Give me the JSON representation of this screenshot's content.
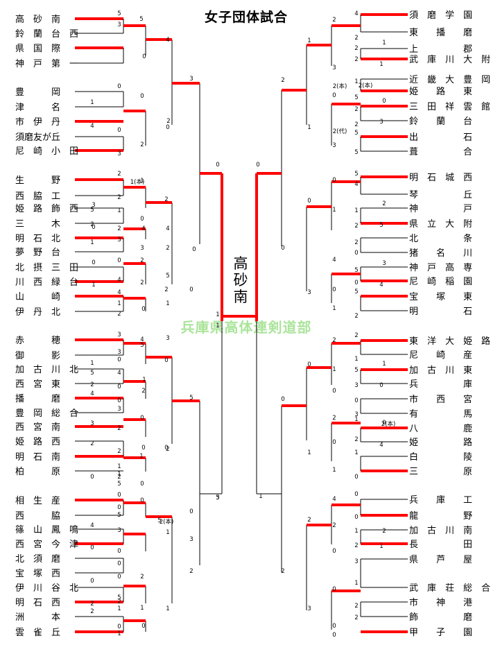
{
  "title": "女子団体試合",
  "winner": "高砂南",
  "watermark": "兵庫県高体連剣道部",
  "colors": {
    "win": "#ff0000",
    "line": "#000000"
  },
  "left_teams": [
    "高　砂　南",
    "鈴　蘭　台　西",
    "県　国　際",
    "神　戸　第　一",
    "豊　　　岡",
    "津　　　名",
    "市　伊　丹",
    "須磨友が丘",
    "尼　崎　小　田",
    "生　　　野",
    "西　脇　工",
    "姫　路　飾　西",
    "三　　　木",
    "明　石　北",
    "夢　野　台",
    "北　摂　三　田",
    "川　西　緑　台",
    "山　　　崎",
    "伊　丹　北",
    "赤　　　穂",
    "御　　　影",
    "加　古　川　北",
    "西　宮　東",
    "播　　　磨",
    "豊　岡　総　合",
    "西　宮　南",
    "姫　路　西",
    "明　石　南",
    "柏　　　原",
    "相　生　産",
    "西　　　脇",
    "篠　山　鳳　鳴",
    "西　宮　今　津",
    "北　須　磨",
    "宝　塚　西",
    "伊　川　谷　北",
    "明　石　西",
    "洲　　　本",
    "雲　雀　丘"
  ],
  "right_teams": [
    "須　磨　学　園",
    "東　　播　　磨",
    "上　　　　　郡",
    "武　庫　川　大　附",
    "近　畿　大　豊　岡",
    "姫　　路　　東",
    "三　田　祥　雲　館",
    "鈴　　蘭　　台",
    "出　　　　　石",
    "葺　　　　　合",
    "明　石　城　西",
    "琴　　　　　丘",
    "神　　　　　戸",
    "県　立　大　附",
    "北　　　　　条",
    "猪　　名　　川",
    "神　戸　高　専",
    "尼　崎　稲　園",
    "宝　　塚　　東",
    "明　　　　　石",
    "東　洋　大　姫　路",
    "尼　　崎　　産",
    "加　古　川　東",
    "兵　　　　　庫",
    "市　　西　　宮",
    "有　　　　　馬",
    "八　　　　　鹿",
    "姫　　　　　路",
    "白　　　　　陵",
    "三　　　　　原",
    "兵　　庫　　工",
    "龍　　　　　野",
    "加　古　川　南",
    "長　　　　　田",
    "県　　芦　　屋",
    "武　庫　荘　総　合",
    "市　　神　　港",
    "飾　　　　　磨",
    "甲　　子　　園"
  ],
  "scores": [
    "5",
    "3",
    "5",
    "0",
    "4",
    "0",
    "3",
    "0",
    "1",
    "4",
    "0",
    "0",
    "3",
    "2",
    "2",
    "0",
    "2",
    "2",
    "3",
    "0",
    "1",
    "3",
    "1",
    "4",
    "2",
    "0",
    "0",
    "1",
    "0",
    "4",
    "4",
    "2",
    "2",
    "0",
    "2",
    "1",
    "3",
    "0",
    "1",
    "5",
    "4",
    "0",
    "4",
    "2",
    "0",
    "5",
    "3",
    "3",
    "2",
    "2",
    "2",
    "1",
    "0",
    "0",
    "0",
    "5",
    "0",
    "0",
    "4",
    "0",
    "3",
    "0",
    "0",
    "5",
    "2",
    "0",
    "0",
    "2",
    "0",
    "5",
    "1",
    "1",
    "2",
    "0",
    "1",
    "1",
    "4",
    "2",
    "2",
    "3",
    "1",
    "2",
    "2",
    "1",
    "1",
    "1",
    "5",
    "0",
    "3",
    "2",
    "2",
    "0",
    "3",
    "5",
    "5",
    "1",
    "2",
    "0",
    "5",
    "4",
    "0",
    "1",
    "0",
    "1",
    "2",
    "2",
    "5",
    "2",
    "0",
    "4",
    "0",
    "5",
    "0",
    "3",
    "4",
    "5",
    "2",
    "1",
    "3",
    "0",
    "2",
    "1",
    "2",
    "1",
    "0",
    "5",
    "3",
    "1",
    "0",
    "0",
    "3",
    "0",
    "2",
    "1",
    "2",
    "0",
    "4",
    "1",
    "0",
    "0",
    "1",
    "1",
    "0",
    "0",
    "0",
    "4",
    "2",
    "2",
    "1",
    "2",
    "2",
    "1",
    "3",
    "1",
    "0",
    "0",
    "2",
    "2",
    "0",
    "0",
    "3",
    "2",
    "1",
    "2",
    "1",
    "0",
    "5",
    "2",
    "2",
    "1",
    "0",
    "1",
    "2",
    "4",
    "0",
    "2",
    "1",
    "1",
    "0",
    "0",
    "5",
    "3",
    "3",
    "5",
    "2",
    "0",
    "4",
    "2",
    "1",
    "3",
    "2",
    "5",
    "2",
    "1",
    "1",
    "0",
    "3",
    "5",
    "3"
  ],
  "annotations": [
    "1(本)",
    "2(本)",
    "2(代)",
    "2(本)",
    "2(本)",
    "2(本)"
  ]
}
